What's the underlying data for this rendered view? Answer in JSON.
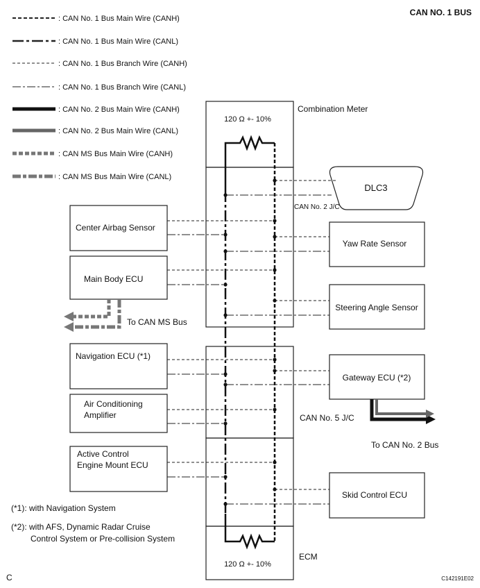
{
  "title": "CAN NO. 1 BUS",
  "legend": [
    {
      "label": ": CAN No. 1 Bus Main Wire (CANH)",
      "style": "main-h"
    },
    {
      "label": ": CAN No. 1 Bus Main Wire (CANL)",
      "style": "main-l"
    },
    {
      "label": ": CAN No. 1 Bus Branch Wire (CANH)",
      "style": "branch-h"
    },
    {
      "label": ": CAN No. 1 Bus Branch Wire (CANL)",
      "style": "branch-l"
    },
    {
      "label": ": CAN No. 2 Bus Main Wire (CANH)",
      "style": "can2-h"
    },
    {
      "label": ": CAN No. 2 Bus Main Wire (CANL)",
      "style": "can2-l"
    },
    {
      "label": ": CAN MS Bus Main Wire (CANH)",
      "style": "ms-h"
    },
    {
      "label": ": CAN MS Bus Main Wire (CANL)",
      "style": "ms-l"
    }
  ],
  "resistor_top": "120 Ω +- 10%",
  "resistor_bottom": "120 Ω +- 10%",
  "combination_meter": "Combination Meter",
  "ecm": "ECM",
  "dlc3": "DLC3",
  "can2_jc": "CAN No. 2 J/C",
  "can5_jc": "CAN No. 5 J/C",
  "left_ecus": {
    "center_airbag": "Center Airbag Sensor",
    "main_body": "Main Body ECU",
    "navigation": "Navigation ECU (*1)",
    "air_con_1": "Air Conditioning",
    "air_con_2": "Amplifier",
    "active_mount_1": "Active Control",
    "active_mount_2": "Engine Mount ECU"
  },
  "right_ecus": {
    "yaw_rate": "Yaw Rate Sensor",
    "steering_angle": "Steering Angle Sensor",
    "gateway": "Gateway ECU (*2)",
    "skid_control": "Skid Control ECU"
  },
  "to_ms_bus": "To CAN MS Bus",
  "to_can2_bus": "To CAN No. 2 Bus",
  "notes": {
    "note1": "(*1): with Navigation System",
    "note2_line1": "(*2): with AFS, Dynamic Radar Cruise",
    "note2_line2": "Control System or Pre-collision System"
  },
  "corner_label": "C",
  "figure_id": "C142191E02"
}
